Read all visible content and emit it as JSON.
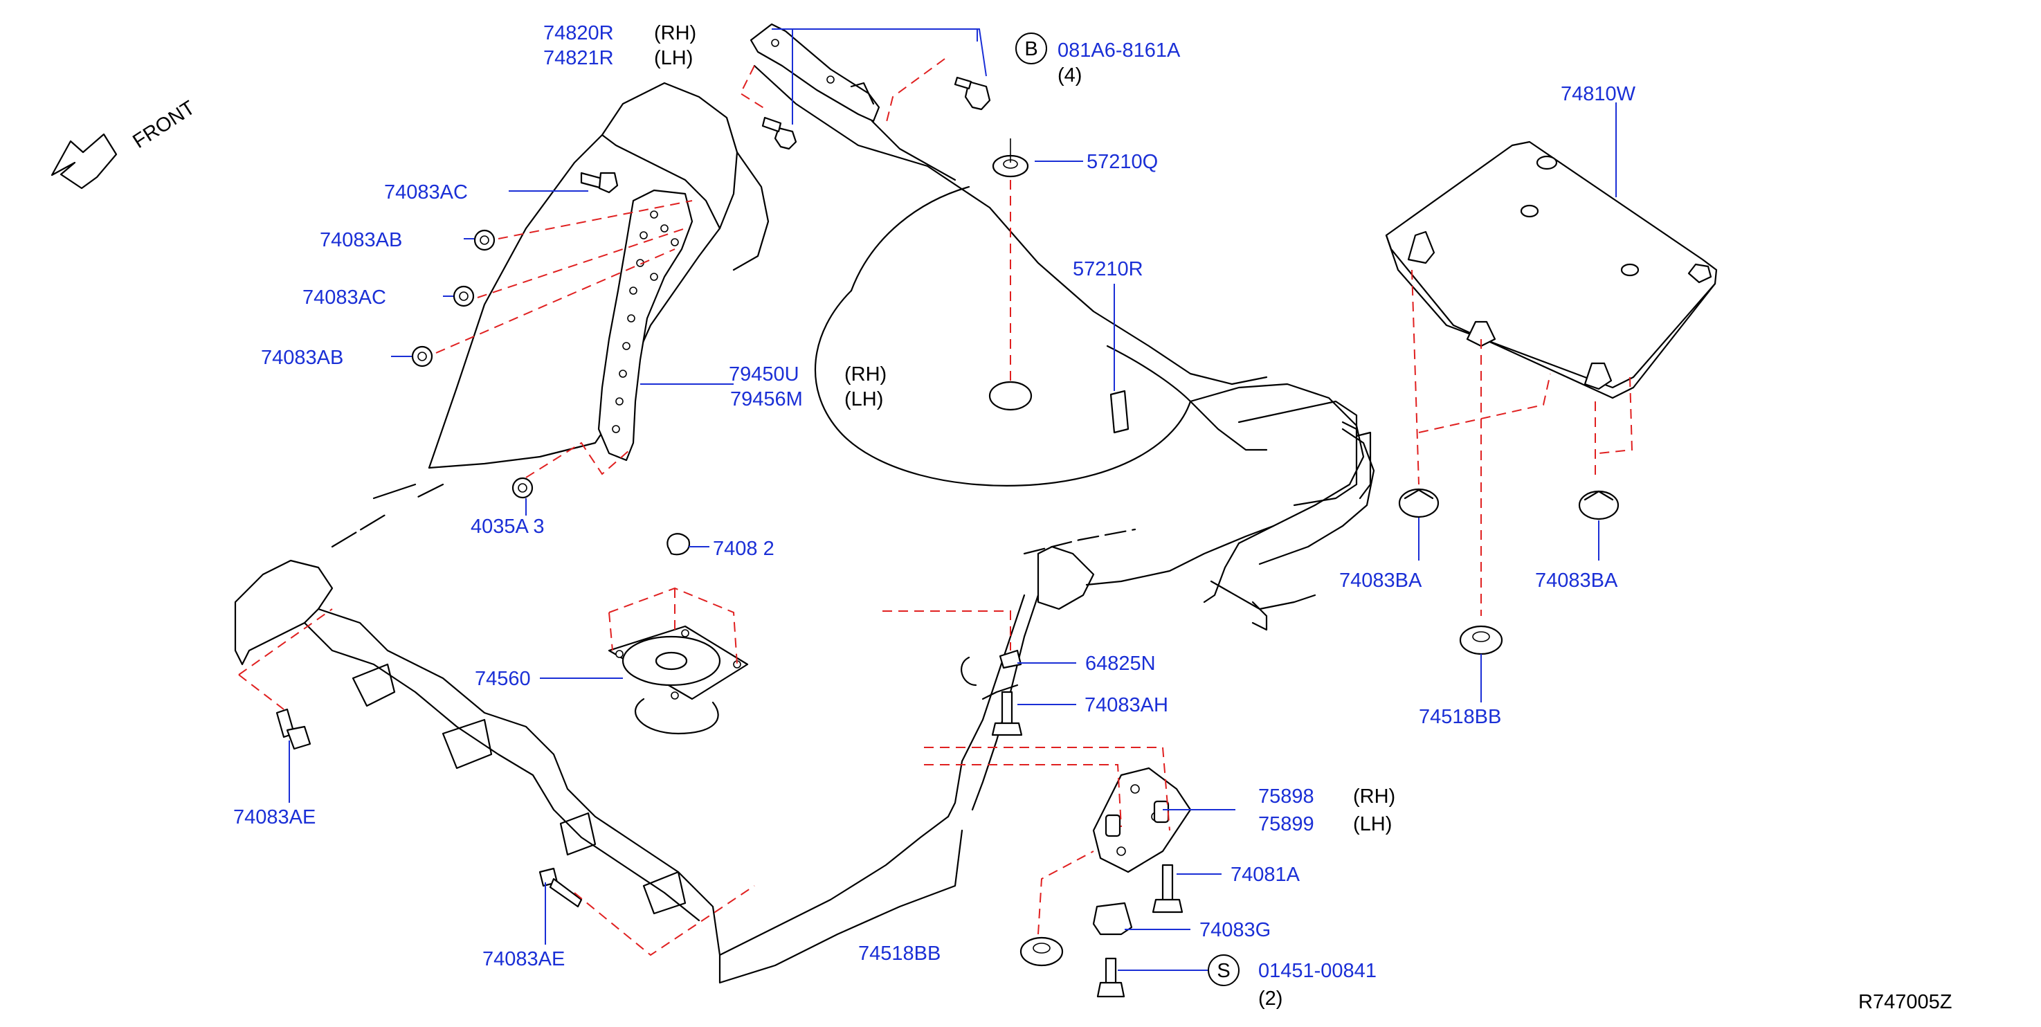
{
  "colors": {
    "part_number": "#1a2fd6",
    "reference_line": "#e02020",
    "outline": "#000000",
    "background": "#ffffff"
  },
  "front_indicator": {
    "label": "FRONT",
    "icon": "arrow-icon"
  },
  "labels": {
    "p74820R": "74820R",
    "p74820R_side": "(RH)",
    "p74821R": "74821R",
    "p74821R_side": "(LH)",
    "b_marker": "B",
    "p081A6": "081A6-8161A",
    "p081A6_qty": "(4)",
    "p57210Q": "57210Q",
    "p57210R": "57210R",
    "p74810W": "74810W",
    "p74083AC_1": "74083AC",
    "p74083AB_1": "74083AB",
    "p74083AC_2": "74083AC",
    "p74083AB_2": "74083AB",
    "p79450U": "79450U",
    "p79450U_side": "(RH)",
    "p79456M": "79456M",
    "p79456M_side": "(LH)",
    "p4035A_partial": "4035A 3",
    "p7408_partial": "7408 2",
    "p74560": "74560",
    "p64825N": "64825N",
    "p74083AH": "74083AH",
    "p74083BA_1": "74083BA",
    "p74083BA_2": "74083BA",
    "p74518BB_1": "74518BB",
    "p74083AE_1": "74083AE",
    "p74083AE_2": "74083AE",
    "p75898": "75898",
    "p75898_side": "(RH)",
    "p75899": "75899",
    "p75899_side": "(LH)",
    "p74081A": "74081A",
    "p74518BB_2": "74518BB",
    "p74083G": "74083G",
    "s_marker": "S",
    "p01451": "01451-00841",
    "p01451_qty": "(2)",
    "diagram_ref": "R747005Z"
  }
}
